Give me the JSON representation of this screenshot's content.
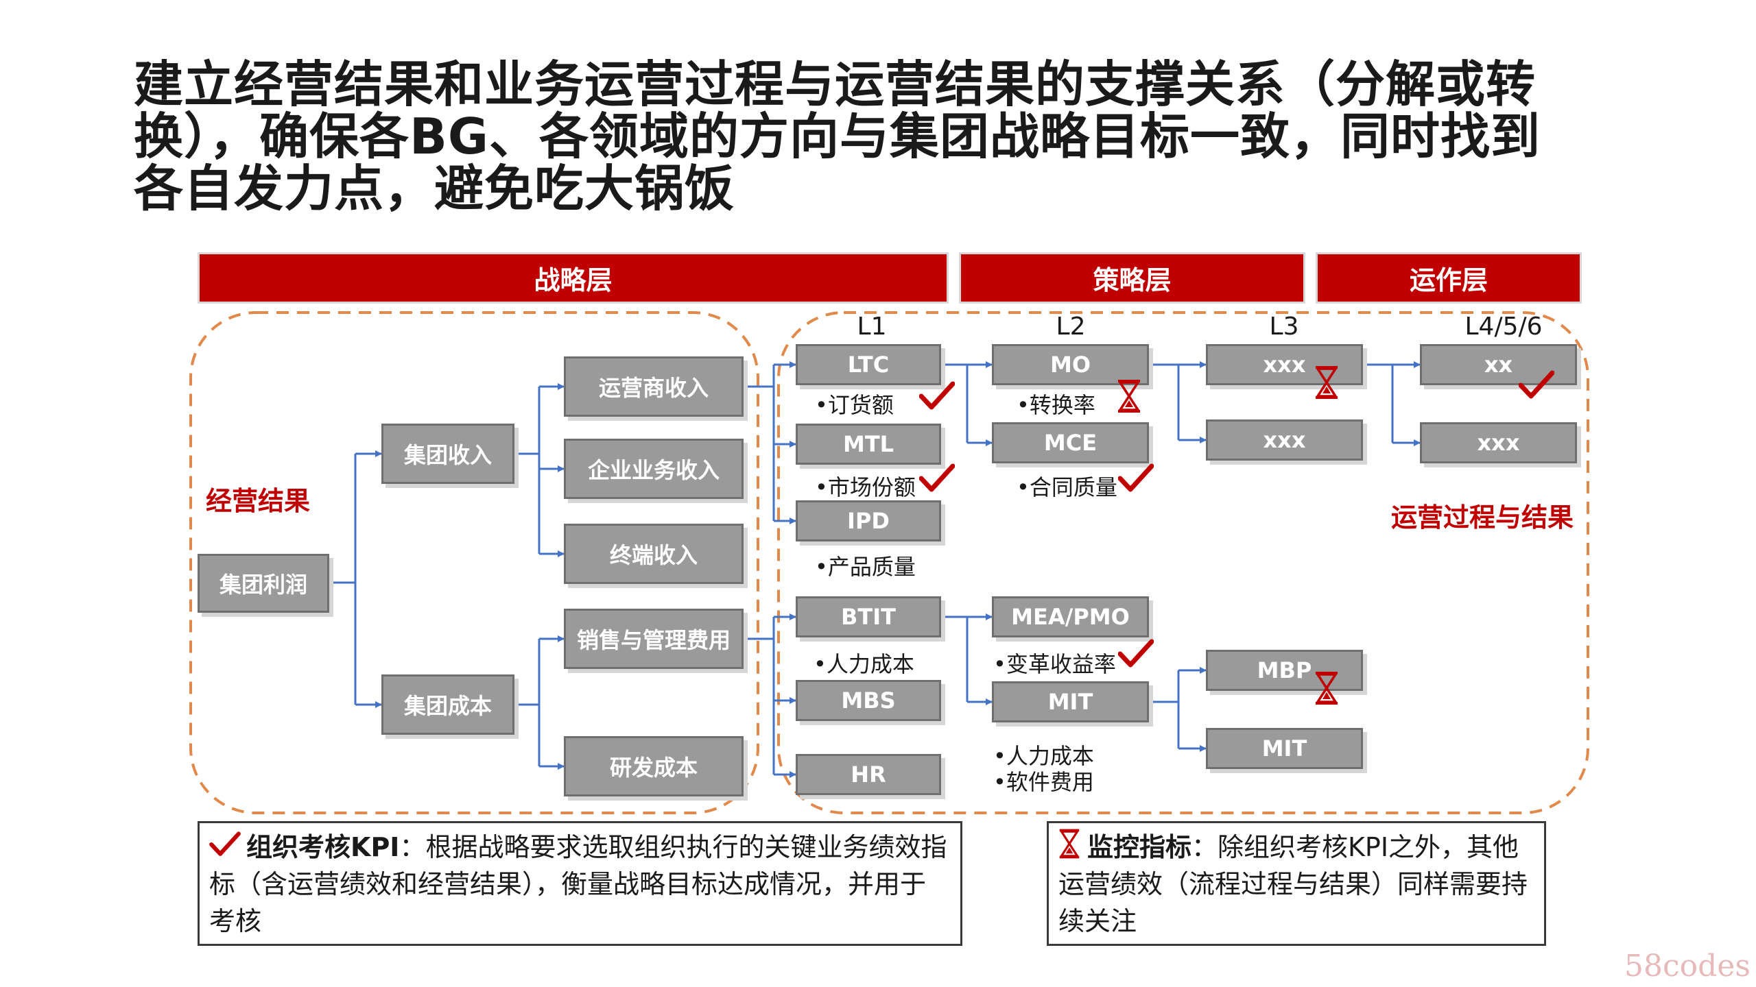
{
  "title": {
    "line1": "建立经营结果和业务运营过程与运营结果的支撑关系（分解或转",
    "line2": "换），确保各BG、各领域的方向与集团战略目标一致，同时找到",
    "line3": "各自发力点，避免吃大锅饭"
  },
  "bands": {
    "strategy": "战略层",
    "tactic": "策略层",
    "operation": "运作层"
  },
  "labels": {
    "business_result": "经营结果",
    "process_result": "运营过程与结果"
  },
  "levels": [
    "L1",
    "L2",
    "L3",
    "L4/5/6"
  ],
  "nodes": {
    "group_profit": "集团利润",
    "group_income": "集团收入",
    "group_cost": "集团成本",
    "carrier_income": "运营商收入",
    "enterprise_income": "企业业务收入",
    "terminal_income": "终端收入",
    "sales_admin_cost": "销售与管理费用",
    "rd_cost": "研发成本",
    "ltc": "LTC",
    "mtl": "MTL",
    "ipd": "IPD",
    "btit": "BTIT",
    "mbs": "MBS",
    "hr": "HR",
    "mo": "MO",
    "mce": "MCE",
    "mea_pmo": "MEA/PMO",
    "mit_l2": "MIT",
    "xxx_l3_a": "xxx",
    "xxx_l3_b": "xxx",
    "mbp": "MBP",
    "mit_l3": "MIT",
    "xx_l4": "xx",
    "xxx_l4": "xxx"
  },
  "metrics": {
    "order_amount": "•订货额",
    "conversion_rate": "•转换率",
    "market_share": "•市场份额",
    "contract_quality": "•合同质量",
    "product_quality": "•产品质量",
    "hr_cost_btit": "•人力成本",
    "change_benefit": "•变革收益率",
    "hr_cost_mit": "•人力成本",
    "software_cost": "•软件费用"
  },
  "legend_kpi": {
    "term": "组织考核KPI",
    "text": "：根据战略要求选取组织执行的关键业务绩效指标（含运营绩效和经营结果），衡量战略目标达成情况，并用于考核"
  },
  "legend_monitor": {
    "term": "监控指标",
    "text": "：除组织考核KPI之外，其他运营绩效（流程过程与结果）同样需要持续关注"
  },
  "watermark": "58codes",
  "colors": {
    "accent_red": "#c00000",
    "box_gray": "#9a9a9a",
    "connector_blue": "#4472c4",
    "dashed_orange": "#e0894a"
  },
  "icons": {
    "check": "check-icon",
    "hourglass": "hourglass-icon"
  }
}
